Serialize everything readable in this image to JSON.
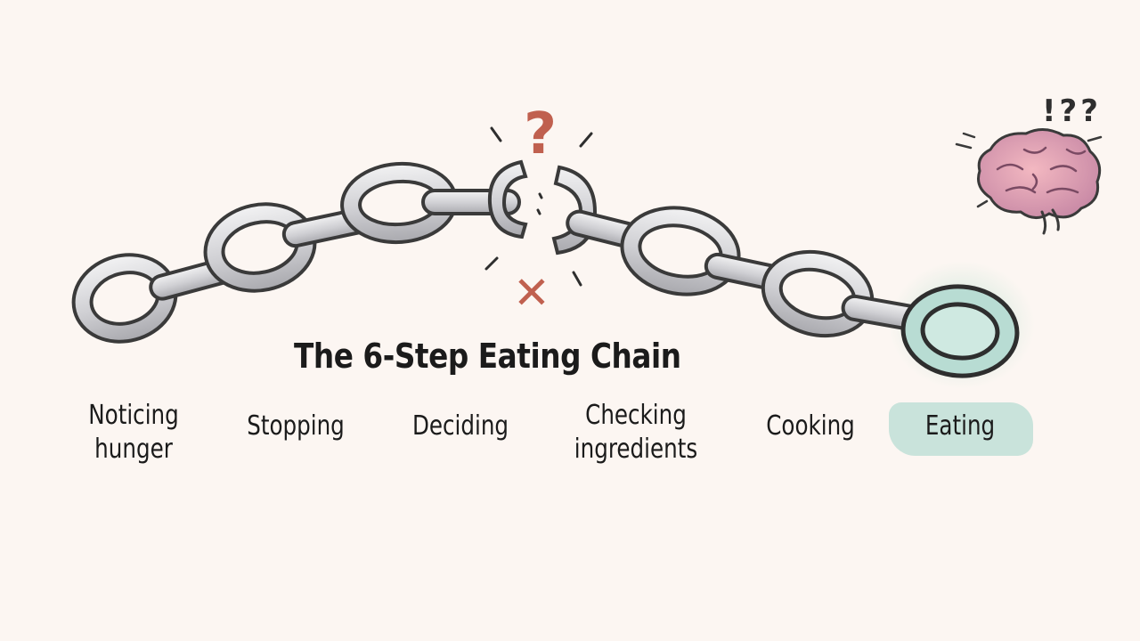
{
  "diagram": {
    "title": "The 6-Step Eating Chain",
    "steps": [
      {
        "line1": "Noticing",
        "line2": "hunger",
        "highlighted": false
      },
      {
        "line1": "Stopping",
        "line2": "",
        "highlighted": false
      },
      {
        "line1": "Deciding",
        "line2": "",
        "highlighted": false
      },
      {
        "line1": "Checking",
        "line2": "ingredients",
        "highlighted": false
      },
      {
        "line1": "Cooking",
        "line2": "",
        "highlighted": false
      },
      {
        "line1": "Eating",
        "line2": "",
        "highlighted": true
      }
    ],
    "break_marks": {
      "question": "?",
      "cross": "✕"
    },
    "brain_marks": "!??",
    "colors": {
      "background": "#fcf6f2",
      "chain": "#d9d9dc",
      "chain_outline": "#3a3a3a",
      "break_red": "#c0604f",
      "highlight_green": "#b8dcd3",
      "brain_pink": "#e8a4b0"
    }
  }
}
